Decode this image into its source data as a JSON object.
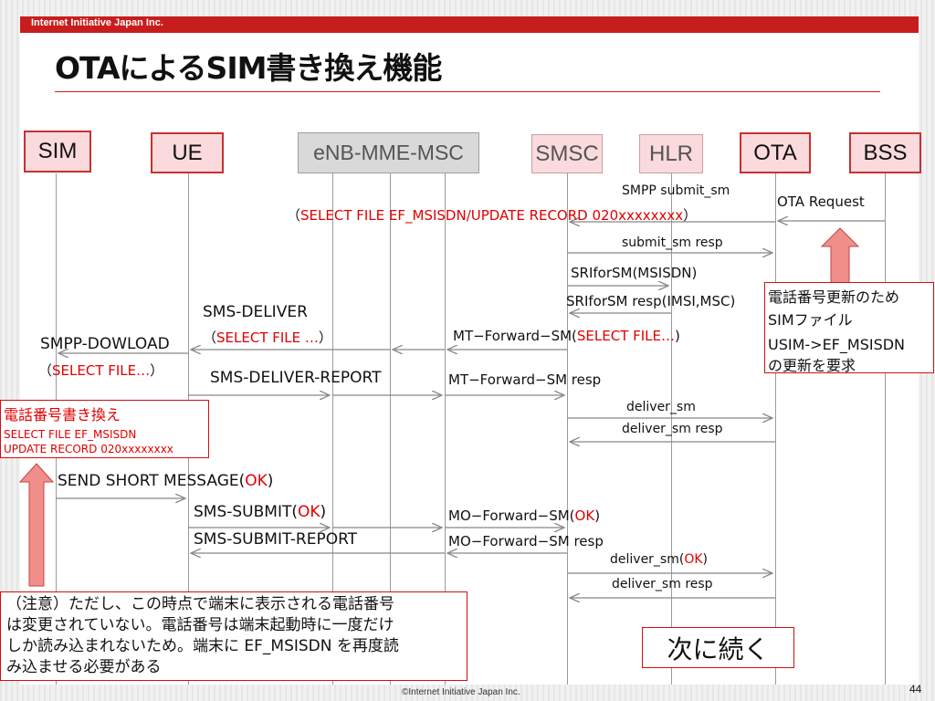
{
  "header": {
    "company": "Internet Initiative Japan Inc."
  },
  "title": "OTAによるSIM書き換え機能",
  "entities": {
    "sim": "SIM",
    "ue": "UE",
    "enb": "eNB-MME-MSC",
    "smsc": "SMSC",
    "hlr": "HLR",
    "ota": "OTA",
    "bss": "BSS"
  },
  "messages": {
    "smpp_submit_sm": "SMPP submit_sm",
    "ota_request": "OTA Request",
    "select_file_1_open": "（",
    "select_file_1_red": "SELECT FILE EF_MSISDN/UPDATE RECORD 020xxxxxxxx",
    "select_file_1_close": "）",
    "submit_sm_resp": "submit_sm resp",
    "sriforsm": "SRIforSM(MSISDN)",
    "sriforsm_resp": "SRIforSM resp(IMSI,MSC)",
    "sms_deliver": "SMS-DELIVER",
    "sms_deliver_sub_open": "（",
    "sms_deliver_sub_red": "SELECT FILE …",
    "sms_deliver_sub_close": "）",
    "mt_forward_prefix": "MT−Forward−SM(",
    "mt_forward_red": "SELECT FILE…",
    "mt_forward_close": ")",
    "smpp_dowload": "SMPP-DOWLOAD",
    "smpp_dowload_sub_open": "（",
    "smpp_dowload_sub_red": "SELECT FILE…",
    "smpp_dowload_sub_close": "）",
    "sms_deliver_report": "SMS-DELIVER-REPORT",
    "mt_forward_resp": "MT−Forward−SM resp",
    "deliver_sm": "deliver_sm",
    "deliver_sm_resp": "deliver_sm resp",
    "send_short_message_prefix": "SEND SHORT MESSAGE(",
    "send_short_message_ok": "OK",
    "send_short_message_close": ")",
    "sms_submit_prefix": "SMS-SUBMIT(",
    "sms_submit_ok": "OK",
    "sms_submit_close": ")",
    "mo_forward_prefix": "MO−Forward−SM(",
    "mo_forward_ok": "OK",
    "mo_forward_close": ")",
    "sms_submit_report": "SMS-SUBMIT-REPORT",
    "mo_forward_resp": "MO−Forward−SM resp",
    "deliver_sm_ok_prefix": "deliver_sm(",
    "deliver_sm_ok_ok": "OK",
    "deliver_sm_ok_close": ")",
    "deliver_sm_resp_2": "deliver_sm resp"
  },
  "notes": {
    "phone_update_title": "電話番号書き換え",
    "phone_update_line1": "SELECT FILE EF_MSISDN",
    "phone_update_line2": "UPDATE RECORD 020xxxxxxxx",
    "ota_note_line1": "電話番号更新のため",
    "ota_note_line2": "SIMファイル",
    "ota_note_line3": "USIM->EF_MSISDN",
    "ota_note_line4": "の更新を要求",
    "caution_line1": "（注意）ただし、この時点で端末に表示される電話番号",
    "caution_line2": "は変更されていない。電話番号は端末起動時に一度だけ",
    "caution_line3": "しか読み込まれないため。端末に EF_MSISDN を再度読",
    "caution_line4": "み込ませる必要がある",
    "next": "次に続く"
  },
  "footer": {
    "copyright": "©Internet Initiative Japan Inc.",
    "page": "44"
  },
  "colors": {
    "accent_red": "#c81d1d",
    "entity_pink": "#fadadd",
    "entity_gray": "#d9d9d9",
    "arrow_fill": "#f08f8a"
  }
}
